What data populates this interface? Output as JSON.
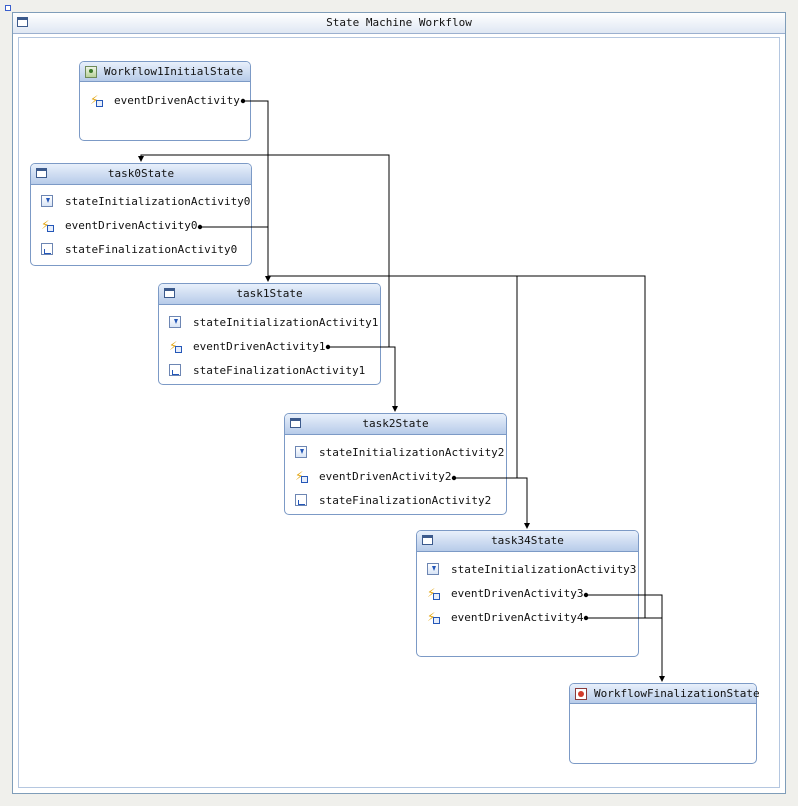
{
  "workflow": {
    "title": "State Machine Workflow",
    "icon": "state-machine-icon"
  },
  "states": {
    "initial": {
      "title": "Workflow1InitialState",
      "icon": "initial-state-icon",
      "activities": [
        "eventDrivenActivity"
      ]
    },
    "task0": {
      "title": "task0State",
      "icon": "state-icon",
      "activities": [
        "stateInitializationActivity0",
        "eventDrivenActivity0",
        "stateFinalizationActivity0"
      ]
    },
    "task1": {
      "title": "task1State",
      "icon": "state-icon",
      "activities": [
        "stateInitializationActivity1",
        "eventDrivenActivity1",
        "stateFinalizationActivity1"
      ]
    },
    "task2": {
      "title": "task2State",
      "icon": "state-icon",
      "activities": [
        "stateInitializationActivity2",
        "eventDrivenActivity2",
        "stateFinalizationActivity2"
      ]
    },
    "task34": {
      "title": "task34State",
      "icon": "state-icon",
      "activities": [
        "stateInitializationActivity3",
        "eventDrivenActivity3",
        "eventDrivenActivity4"
      ]
    },
    "final": {
      "title": "WorkflowFinalizationState",
      "icon": "finalization-state-icon",
      "activities": []
    }
  },
  "colors": {
    "state_border": "#7c9ac6",
    "title_gradient_top": "#e8f0fb",
    "title_gradient_bottom": "#b7cbe9",
    "connector": "#000000",
    "event_bolt": "#e2a615"
  }
}
